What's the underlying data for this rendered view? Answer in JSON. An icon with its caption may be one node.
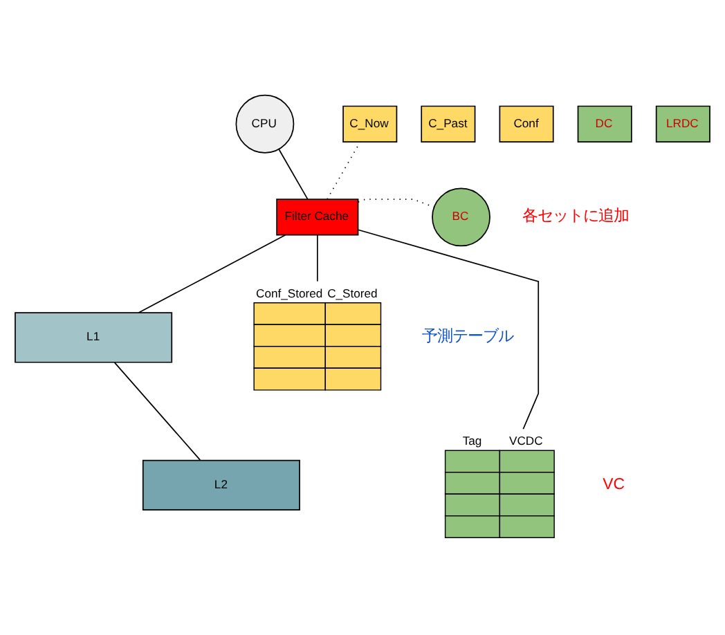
{
  "diagram": {
    "nodes": [
      {
        "text": [
          "CPU"
        ]
      },
      {
        "text": [
          "Filter Cache"
        ]
      },
      {
        "text": [
          "L1"
        ]
      },
      {
        "text": [
          "L2"
        ]
      },
      {
        "text": [
          "C_Now"
        ]
      },
      {
        "text": [
          "C_Past"
        ]
      },
      {
        "text": [
          "Conf"
        ]
      },
      {
        "text": [
          "DC"
        ]
      },
      {
        "text": [
          "LRDC"
        ]
      },
      {
        "text": [
          "BC"
        ],
        "beside": [
          "各セットに追加"
        ]
      },
      {
        "text": [
          "Conf_Stored",
          "C_Stored"
        ],
        "beside": [
          "予測テーブル"
        ]
      },
      {
        "text": [
          "Tag",
          "VCDC"
        ],
        "beside": [
          "VC"
        ]
      }
    ],
    "edges": [
      {
        "from": 0,
        "to": 1,
        "arrow": "none"
      },
      {
        "from": 1,
        "to": 2,
        "arrow": "none"
      },
      {
        "from": 2,
        "to": 3,
        "arrow": "none"
      },
      {
        "from": 1,
        "to": 4,
        "arrow": "none",
        "style": "dashed"
      },
      {
        "from": 1,
        "to": 9,
        "arrow": "none",
        "style": "dashed"
      },
      {
        "from": 1,
        "to": 10,
        "arrow": "none"
      },
      {
        "from": 1,
        "to": 11,
        "arrow": "none"
      }
    ]
  }
}
